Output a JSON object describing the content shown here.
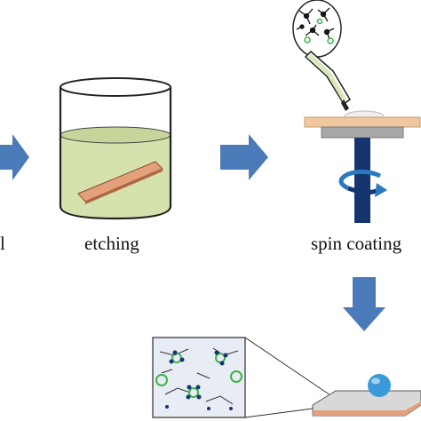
{
  "labels": {
    "left_cut": "l",
    "etching": "etching",
    "spin_coating": "spin coating"
  },
  "colors": {
    "arrow_blue": "#4a7ab8",
    "etch_liquid": "#d6e2ae",
    "substrate_copper": "#e3a07a",
    "spindle_navy": "#14356e",
    "green_circle": "#3db34a",
    "droplet_blue": "#3a9ad9"
  },
  "icons": [
    "arrow-right-icon",
    "arrow-down-icon",
    "rotation-arrow-icon",
    "pipette-icon",
    "beaker-icon",
    "droplet-icon"
  ]
}
